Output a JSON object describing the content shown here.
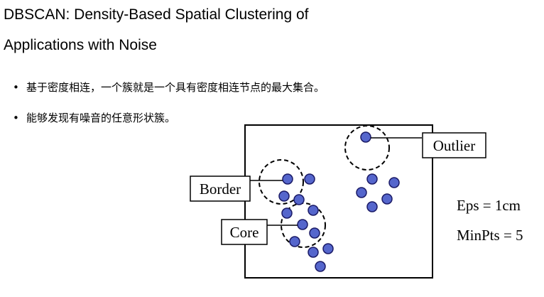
{
  "title": {
    "line1": "DBSCAN: Density-Based Spatial Clustering of",
    "line2": "Applications with Noise"
  },
  "bullets": [
    {
      "marker": "•",
      "text": "基于密度相连，一个簇就是一个具有密度相连节点的最大集合。"
    },
    {
      "marker": "•",
      "text": "能够发现有噪音的任意形状簇。"
    }
  ],
  "diagram": {
    "labels": {
      "outlier": "Outlier",
      "border": "Border",
      "core": "Core"
    },
    "params": {
      "eps": "Eps = 1cm",
      "minpts": "MinPts = 5"
    },
    "colors": {
      "point_fill": "#5566cc",
      "point_stroke": "#1a1a66",
      "line": "#000000"
    }
  }
}
